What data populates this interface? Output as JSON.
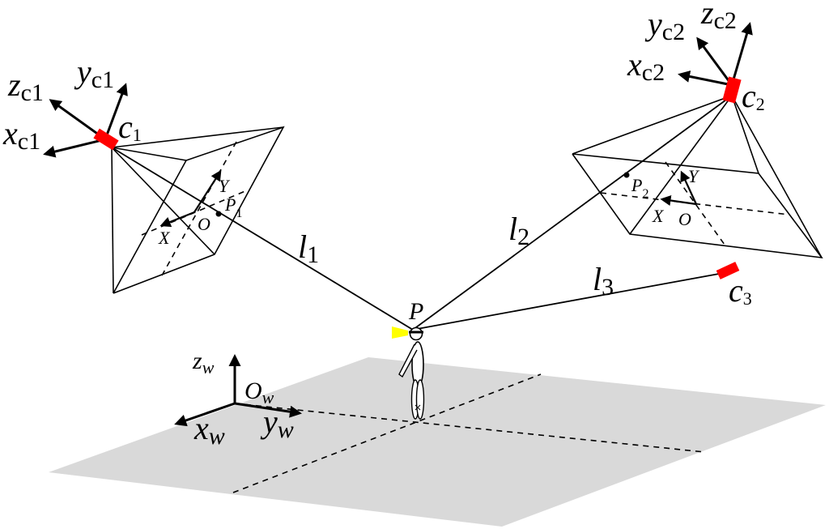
{
  "camera1": {
    "name": "c",
    "name_sub": "1",
    "axes": [
      {
        "name": "z",
        "sub": "c1"
      },
      {
        "name": "y",
        "sub": "c1"
      },
      {
        "name": "x",
        "sub": "c1"
      }
    ],
    "image_plane": {
      "point": "P",
      "point_sub": "1",
      "origin": "O",
      "x": "X",
      "y": "Y"
    }
  },
  "camera2": {
    "name": "c",
    "name_sub": "2",
    "axes": [
      {
        "name": "y",
        "sub": "c2"
      },
      {
        "name": "z",
        "sub": "c2"
      },
      {
        "name": "x",
        "sub": "c2"
      }
    ],
    "image_plane": {
      "point": "P",
      "point_sub": "2",
      "origin": "O",
      "x": "X",
      "y": "Y"
    }
  },
  "camera3": {
    "name": "c",
    "name_sub": "3"
  },
  "lines": [
    {
      "name": "l",
      "sub": "1"
    },
    {
      "name": "l",
      "sub": "2"
    },
    {
      "name": "l",
      "sub": "3"
    }
  ],
  "target": {
    "name": "P"
  },
  "world": {
    "origin": {
      "name": "O",
      "sub": "w"
    },
    "axes": [
      {
        "name": "z",
        "sub": "w"
      },
      {
        "name": "x",
        "sub": "w"
      },
      {
        "name": "y",
        "sub": "w"
      }
    ]
  },
  "colors": {
    "camera": "#ff0000",
    "light": "#ffff00",
    "ground": "#d9d9d9",
    "ink": "#000000"
  }
}
